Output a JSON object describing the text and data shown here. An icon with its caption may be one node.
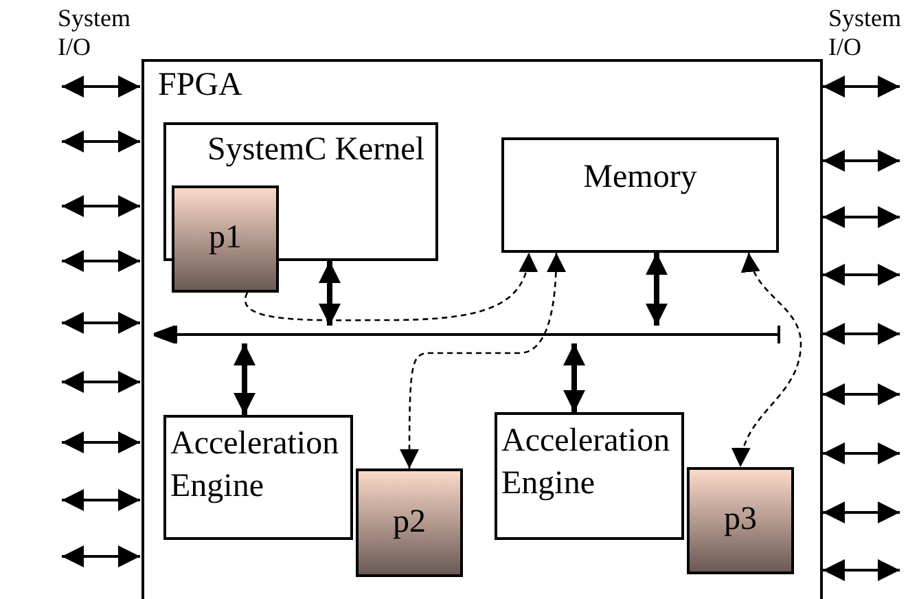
{
  "diagram": {
    "nodes": [
      {
        "text": [
          "FPGA"
        ]
      },
      {
        "text": [
          "SystemC Kernel"
        ],
        "in": 0
      },
      {
        "text": [
          "p1"
        ],
        "in": 0
      },
      {
        "text": [
          "Memory"
        ],
        "in": 0
      },
      {
        "text": [],
        "shape": "bar",
        "in": 0
      },
      {
        "text": [
          "Acceleration Engine"
        ],
        "in": 0
      },
      {
        "text": [
          "p2"
        ],
        "in": 0
      },
      {
        "text": [
          "Acceleration Engine"
        ],
        "in": 0
      },
      {
        "text": [
          "p3"
        ],
        "in": 0
      }
    ],
    "edges": [
      {
        "from": 1,
        "to": 4,
        "arrow": "both",
        "style": "thick"
      },
      {
        "from": 3,
        "to": 4,
        "arrow": "both",
        "style": "thick"
      },
      {
        "from": 4,
        "to": 5,
        "arrow": "both",
        "style": "thick"
      },
      {
        "from": 4,
        "to": 7,
        "arrow": "both",
        "style": "thick"
      },
      {
        "from": 2,
        "to": 3,
        "arrow": "to",
        "style": "dashed"
      },
      {
        "from": 3,
        "to": 6,
        "arrow": "both",
        "style": "dashed"
      },
      {
        "from": 3,
        "to": 8,
        "arrow": "both",
        "style": "dashed"
      },
      {
        "from": null,
        "to": 0,
        "arrow": "both"
      },
      {
        "from": null,
        "to": 0,
        "arrow": "both"
      },
      {
        "from": null,
        "to": 0,
        "arrow": "both"
      },
      {
        "from": null,
        "to": 0,
        "arrow": "both"
      },
      {
        "from": null,
        "to": 0,
        "arrow": "both"
      },
      {
        "from": null,
        "to": 0,
        "arrow": "both"
      },
      {
        "from": null,
        "to": 0,
        "arrow": "both"
      },
      {
        "from": null,
        "to": 0,
        "arrow": "both"
      },
      {
        "from": null,
        "to": 0,
        "arrow": "both"
      },
      {
        "from": 0,
        "to": null,
        "arrow": "both"
      },
      {
        "from": 0,
        "to": null,
        "arrow": "both"
      },
      {
        "from": 0,
        "to": null,
        "arrow": "both"
      },
      {
        "from": 0,
        "to": null,
        "arrow": "both"
      },
      {
        "from": 0,
        "to": null,
        "arrow": "both"
      },
      {
        "from": 0,
        "to": null,
        "arrow": "both"
      },
      {
        "from": 0,
        "to": null,
        "arrow": "both"
      },
      {
        "from": 0,
        "to": null,
        "arrow": "both"
      },
      {
        "from": 0,
        "to": null,
        "arrow": "both"
      }
    ],
    "labels": [
      "System I/O",
      "System I/O"
    ]
  }
}
